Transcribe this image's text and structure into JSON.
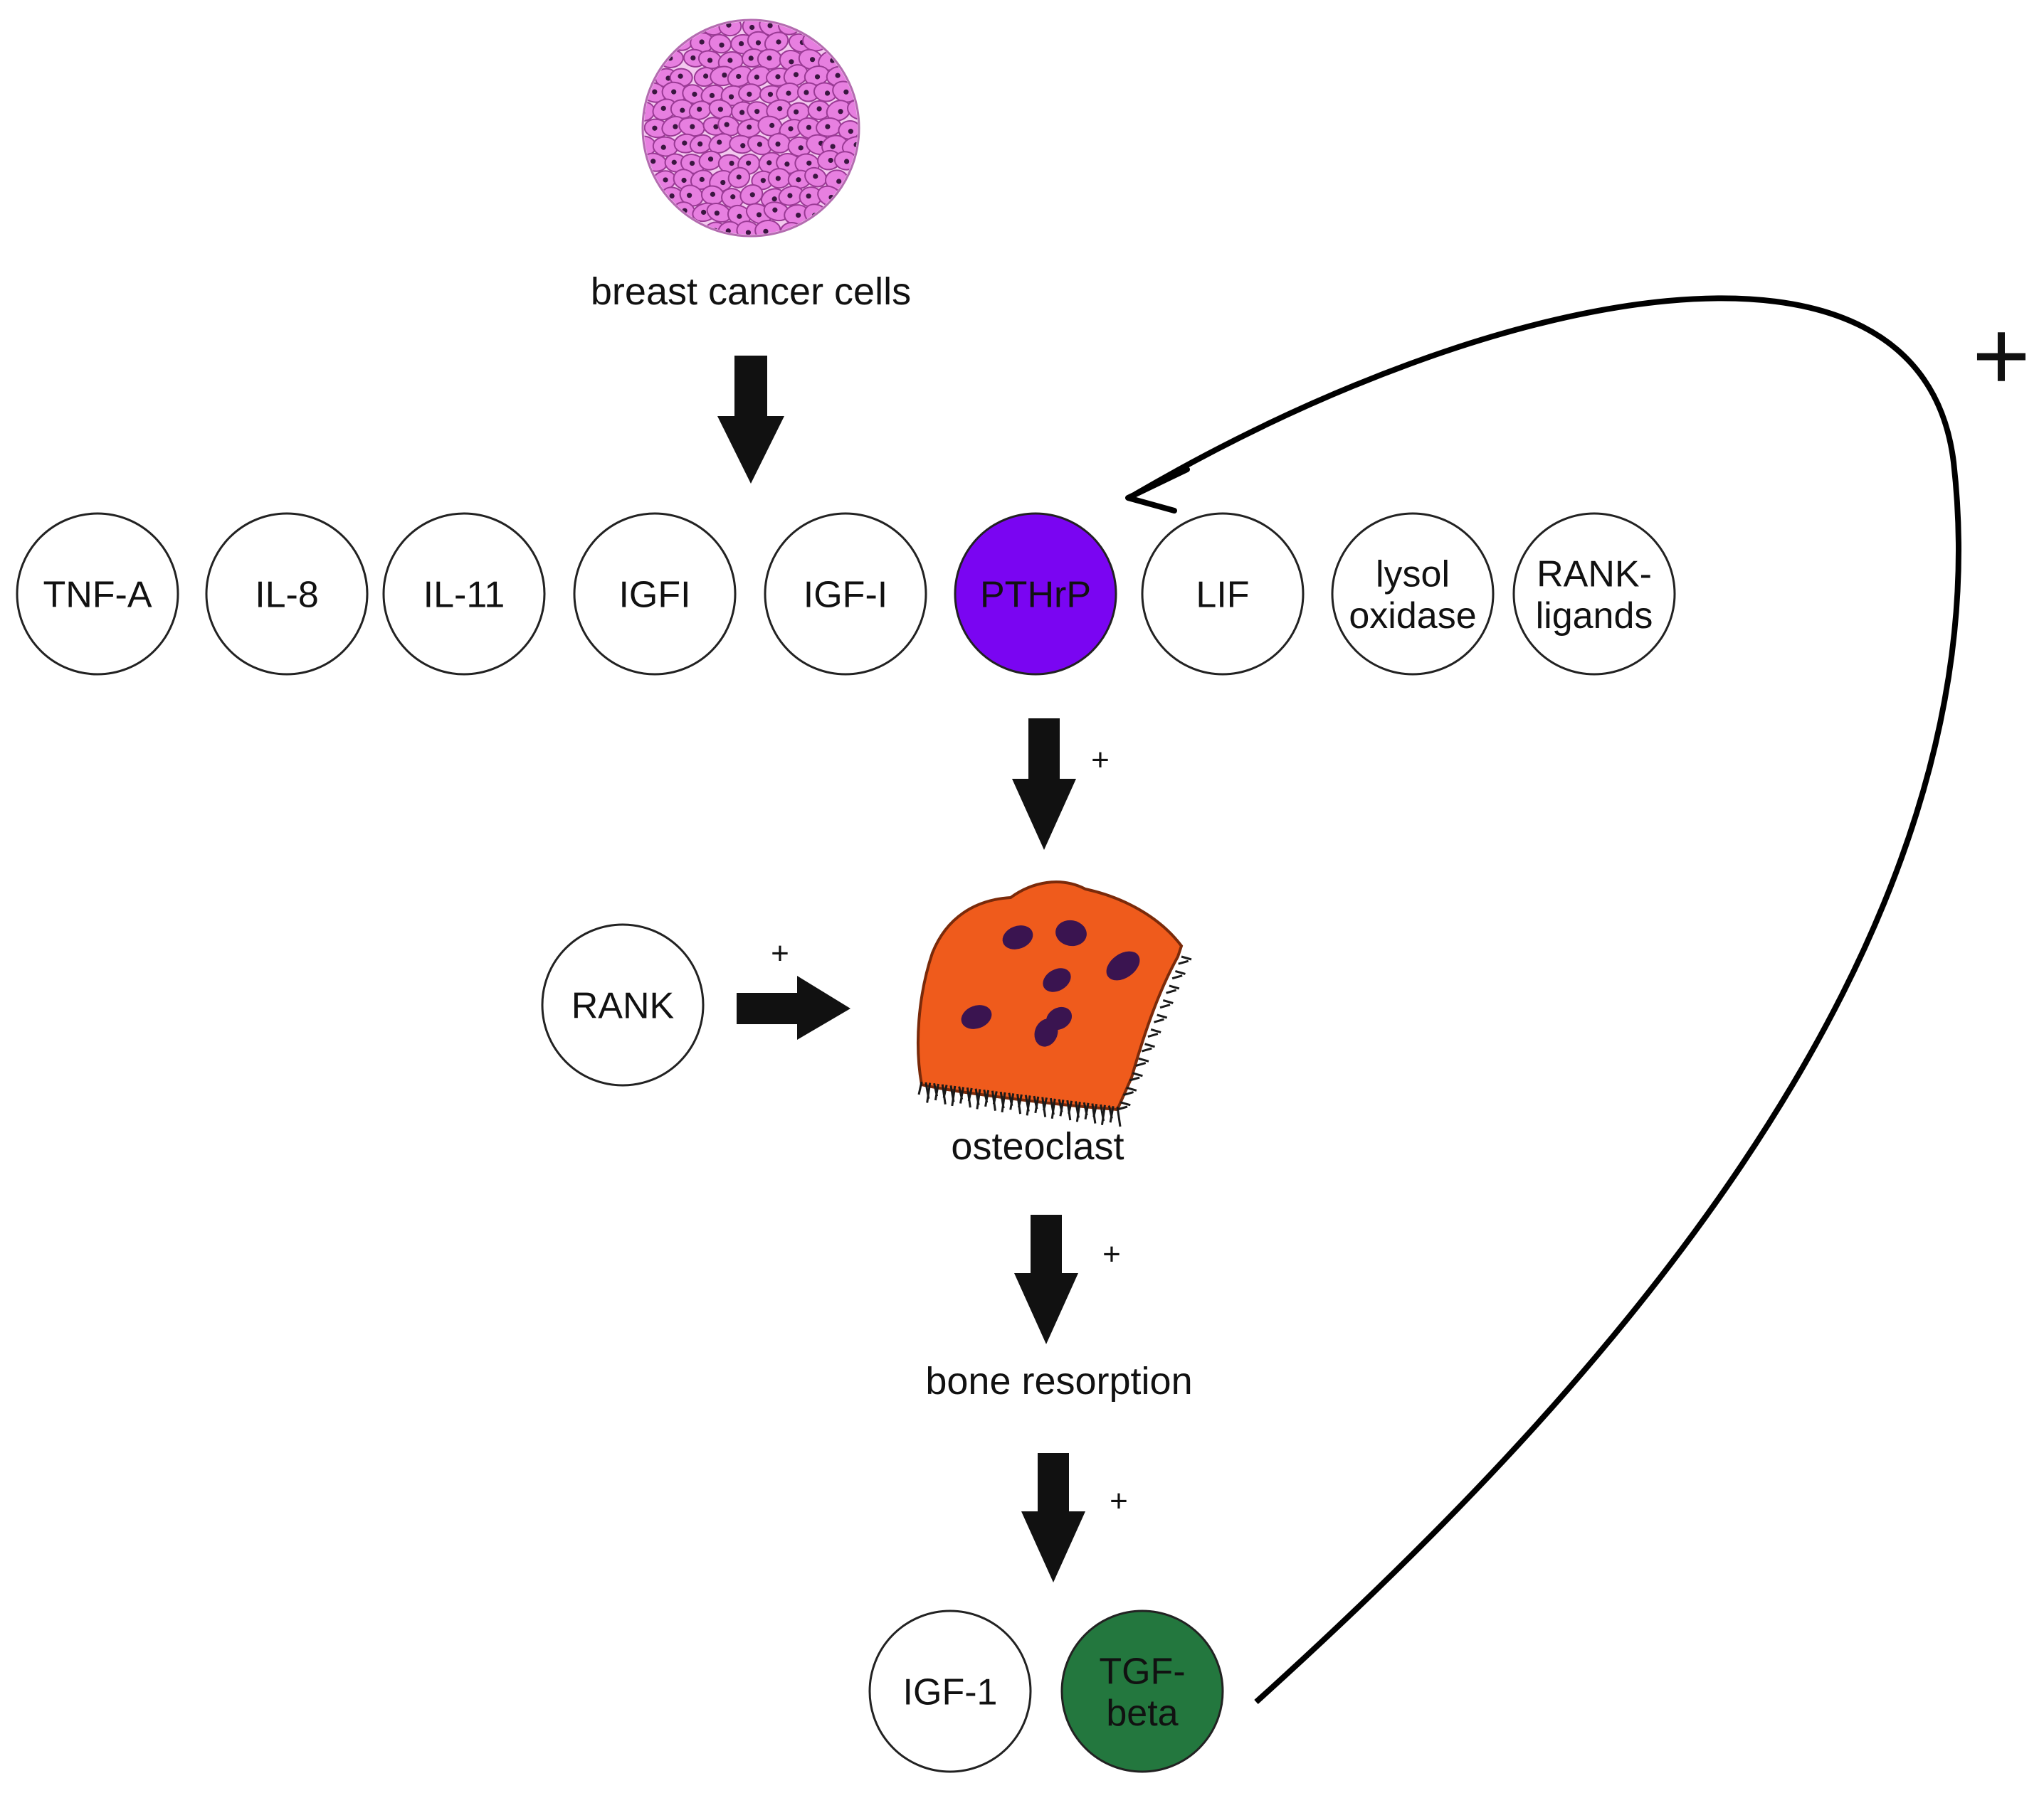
{
  "labels": {
    "cancer": "breast cancer cells",
    "osteoclast": "osteoclast",
    "resorption": "bone resorption"
  },
  "plus": {
    "pthrp_osteoclast": "+",
    "rank_osteoclast": "+",
    "osteoclast_resorption": "+",
    "resorption_factors": "+",
    "feedback": "+"
  },
  "factors": [
    {
      "lines": [
        "TNF-A"
      ]
    },
    {
      "lines": [
        "IL-8"
      ]
    },
    {
      "lines": [
        "IL-11"
      ]
    },
    {
      "lines": [
        "IGFI"
      ]
    },
    {
      "lines": [
        "IGF-I"
      ]
    },
    {
      "lines": [
        "PTHrP"
      ],
      "fill": "#7a05f2"
    },
    {
      "lines": [
        "LIF"
      ]
    },
    {
      "lines": [
        "lysol",
        "oxidase"
      ]
    },
    {
      "lines": [
        "RANK-",
        "ligands"
      ]
    }
  ],
  "rank": {
    "lines": [
      "RANK"
    ]
  },
  "released": [
    {
      "lines": [
        "IGF-1"
      ]
    },
    {
      "lines": [
        "TGF-",
        "beta"
      ],
      "fill": "#23773e"
    }
  ],
  "colors": {
    "cancer_cell": "#e77fe0",
    "cancer_outline": "#9a3a95",
    "nucleus": "#3a1640",
    "osteoclast": "#ef5b1c",
    "osteoclast_nucleus": "#3a1450"
  }
}
